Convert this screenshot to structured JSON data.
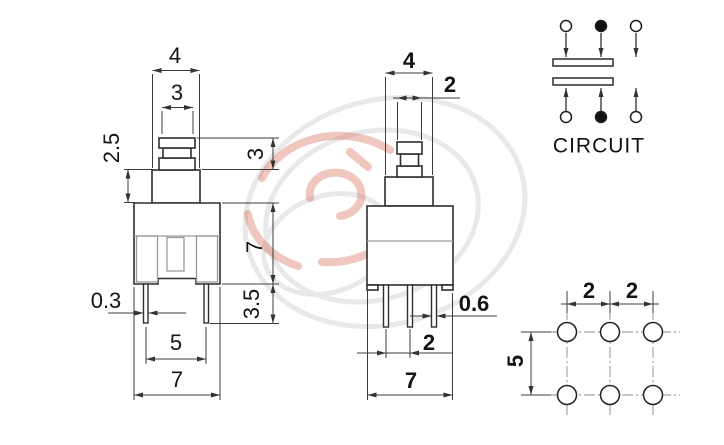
{
  "drawing_type": "push-button-switch-dimensional-drawing",
  "colors": {
    "background": "#ffffff",
    "outline": "#2f2f2f",
    "detail_gray": "#9a9a9a",
    "dimension": "#3a3a3a",
    "watermark_gray": "#e8e8e8",
    "watermark_red": "#cc5037",
    "circuit_fill": "#111111"
  },
  "front_view": {
    "dims": {
      "plunger_base_width": "4",
      "cap_width": "3",
      "collar_height": "2.5",
      "plunger_height": "3",
      "body_height": "7",
      "pin_length": "3.5",
      "pin_width": "0.3",
      "pin_span": "5",
      "body_width": "7"
    }
  },
  "side_view": {
    "dims": {
      "plunger_base_width": "4",
      "cap_width": "2",
      "pin_width": "0.6",
      "pin_pitch": "2",
      "body_width": "7"
    }
  },
  "pin_layout": {
    "dims": {
      "column_pitch_left": "2",
      "column_pitch_right": "2",
      "row_pitch": "5"
    },
    "rows": 2,
    "columns": 3
  },
  "circuit": {
    "label": "CIRCUIT",
    "top_terminals": [
      "open",
      "filled",
      "open"
    ],
    "bottom_terminals": [
      "open",
      "filled",
      "open"
    ]
  }
}
